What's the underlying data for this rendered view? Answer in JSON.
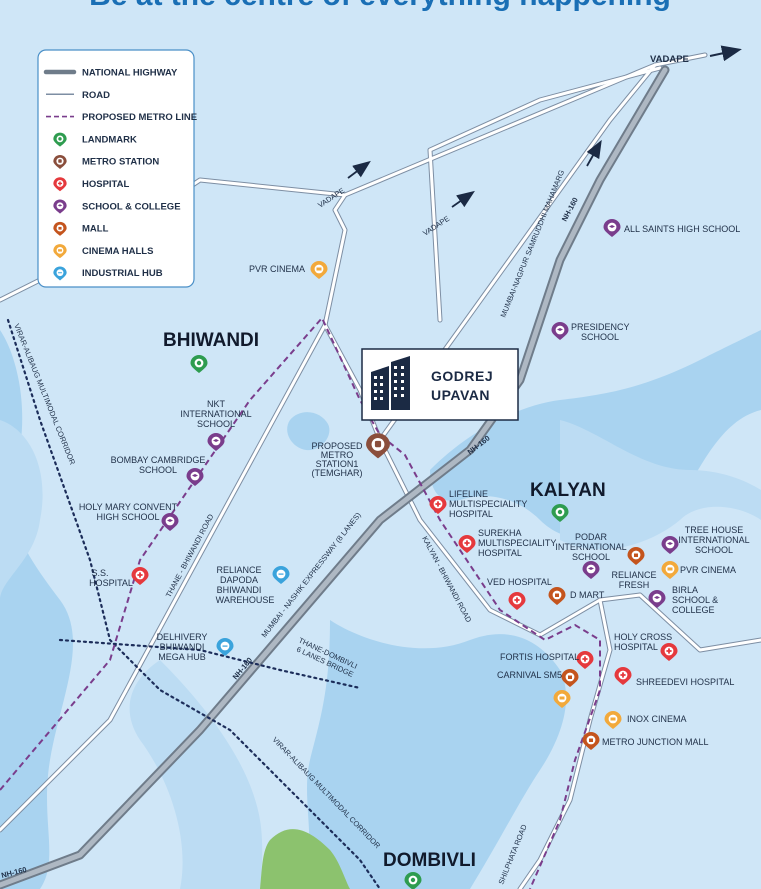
{
  "tagline": "Be at the centre of everything happening",
  "project": {
    "line1": "GODREJ",
    "line2": "UPAVAN"
  },
  "legend": {
    "items": [
      {
        "key": "highway",
        "label": "NATIONAL HIGHWAY"
      },
      {
        "key": "road",
        "label": "ROAD"
      },
      {
        "key": "metro",
        "label": "PROPOSED METRO LINE"
      },
      {
        "key": "landmark",
        "label": "LANDMARK",
        "color": "#2e9c4f"
      },
      {
        "key": "station",
        "label": "METRO STATION",
        "color": "#8a4e3c"
      },
      {
        "key": "hospital",
        "label": "HOSPITAL",
        "color": "#e5393d"
      },
      {
        "key": "school",
        "label": "SCHOOL & COLLEGE",
        "color": "#7a3d8c"
      },
      {
        "key": "mall",
        "label": "MALL",
        "color": "#c4541d"
      },
      {
        "key": "cinema",
        "label": "CINEMA HALLS",
        "color": "#f2a93b"
      },
      {
        "key": "industrial",
        "label": "INDUSTRIAL HUB",
        "color": "#3aa3dc"
      }
    ]
  },
  "cities": {
    "bhiwandi": "BHIWANDI",
    "kalyan": "KALYAN",
    "dombivli": "DOMBIVLI"
  },
  "destinations": {
    "vadape_top": "VADAPE",
    "vadape_1": "VADAPE",
    "vadape_2": "VADAPE"
  },
  "roads": {
    "nh160_a": "NH-160",
    "nh160_b": "NH-160",
    "nh160_c": "NH-160",
    "nh160_d": "NH-160",
    "samruddhi": "MUMBAI-NAGPUR SAMRUDDHI MAHAMARG",
    "virar_1": "VIRAR-ALIBAUG MULTIMODAL CORRIDOR",
    "virar_2": "VIRAR-ALIBAUG MULTIMODAL CORRIDOR",
    "thane_bhiwandi": "THANE - BHIWANDI ROAD",
    "mumbai_nashik": "MUMBAI - NASHIK EXPRESSWAY (8 LANES)",
    "kalyan_bhiwandi": "KALYAN - BHIWANDI ROAD",
    "thane_dombivli_1": "THANE-DOMBIVLI",
    "thane_dombivli_2": "6 LANES BRIDGE",
    "shil_phata": "SHILPHATA ROAD"
  },
  "pois": {
    "pvr_cinema_1": "PVR CINEMA",
    "all_saints": "ALL SAINTS HIGH SCHOOL",
    "presidency_1": "PRESIDENCY",
    "presidency_2": "SCHOOL",
    "nkt_1": "NKT",
    "nkt_2": "INTERNATIONAL",
    "nkt_3": "SCHOOL",
    "bombay_cambridge_1": "BOMBAY CAMBRIDGE",
    "bombay_cambridge_2": "SCHOOL",
    "holy_mary_1": "HOLY MARY CONVENT",
    "holy_mary_2": "HIGH SCHOOL",
    "station_1": "PROPOSED",
    "station_2": "METRO",
    "station_3": "STATION1",
    "station_4": "(TEMGHAR)",
    "lifeline_1": "LIFELINE",
    "lifeline_2": "MULTISPECIALITY",
    "lifeline_3": "HOSPITAL",
    "surekha_1": "SUREKHA",
    "surekha_2": "MULTISPECIALITY",
    "surekha_3": "HOSPITAL",
    "podar_1": "PODAR",
    "podar_2": "INTERNATIONAL",
    "podar_3": "SCHOOL",
    "tree_house_1": "TREE HOUSE",
    "tree_house_2": "INTERNATIONAL",
    "tree_house_3": "SCHOOL",
    "reliance_fresh_1": "RELIANCE",
    "reliance_fresh_2": "FRESH",
    "pvr_cinema_2": "PVR CINEMA",
    "ss_hospital_1": "S.S.",
    "ss_hospital_2": "HOSPITAL",
    "reliance_dapoda_1": "RELIANCE",
    "reliance_dapoda_2": "DAPODA",
    "reliance_dapoda_3": "BHIWANDI",
    "reliance_dapoda_4": "WAREHOUSE",
    "ved_hospital": "VED HOSPITAL",
    "d_mart": "D MART",
    "birla_1": "BIRLA",
    "birla_2": "SCHOOL &",
    "birla_3": "COLLEGE",
    "delhivery_1": "DELHIVERY",
    "delhivery_2": "BHIWANDI",
    "delhivery_3": "MEGA HUB",
    "holy_cross_1": "HOLY CROSS",
    "holy_cross_2": "HOSPITAL",
    "fortis": "FORTIS HOSPITAL",
    "carnival": "CARNIVAL SM5",
    "shreedevi": "SHREEDEVI HOSPITAL",
    "inox": "INOX CINEMA",
    "metro_junction": "METRO JUNCTION MALL"
  }
}
